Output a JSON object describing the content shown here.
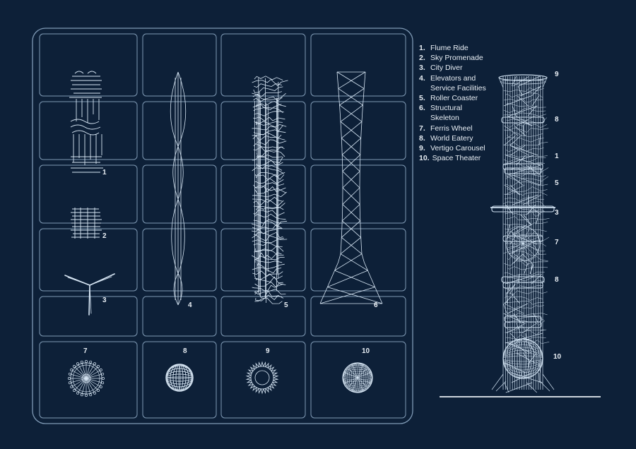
{
  "legend": [
    {
      "num": "1.",
      "text": "Flume Ride"
    },
    {
      "num": "2.",
      "text": "Sky Promenade"
    },
    {
      "num": "3.",
      "text": "City Diver"
    },
    {
      "num": "4.",
      "text": "Elevators and\nService Facilities"
    },
    {
      "num": "5.",
      "text": "Roller Coaster"
    },
    {
      "num": "6.",
      "text": "Structural\nSkeleton"
    },
    {
      "num": "7.",
      "text": "Ferris Wheel"
    },
    {
      "num": "8.",
      "text": "World Eatery"
    },
    {
      "num": "9.",
      "text": "Vertigo Carousel"
    },
    {
      "num": "10.",
      "text": "Space Theater"
    }
  ],
  "component_labels": [
    "1",
    "2",
    "3",
    "4",
    "5",
    "6",
    "7",
    "8",
    "9",
    "10"
  ],
  "tower_labels": [
    "9",
    "8",
    "1",
    "5",
    "3",
    "7",
    "8",
    "10"
  ],
  "colors": {
    "background": "#0d2038",
    "line": "#c9ddef",
    "text": "#e8eef4"
  }
}
